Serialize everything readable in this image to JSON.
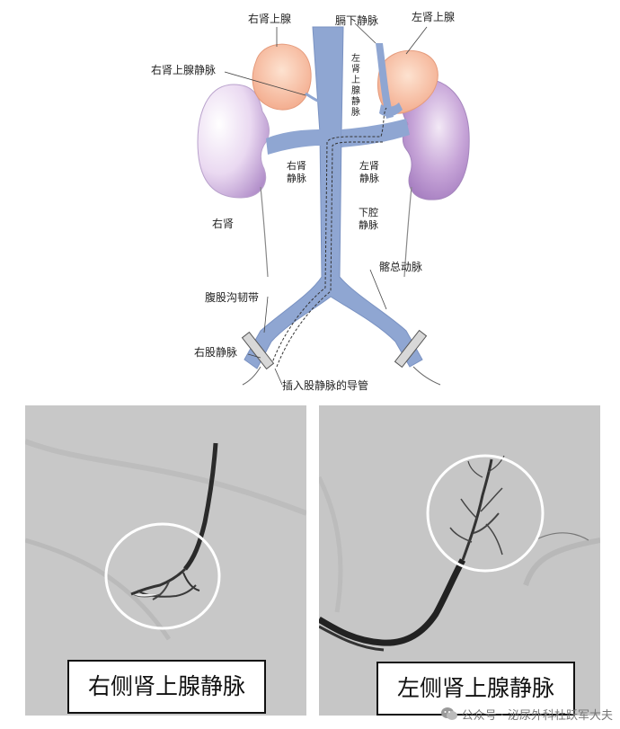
{
  "diagram": {
    "labels": {
      "right_adrenal": "右肾上腺",
      "right_adrenal_vein": "右肾上腺静脉",
      "inferior_phrenic_vein": "膈下静脉",
      "left_adrenal": "左肾上腺",
      "left_adrenal_vein": "左肾上腺静脉",
      "right_renal_vein": "右肾静脉",
      "left_renal_vein": "左肾静脉",
      "right_kidney": "右肾",
      "ivc": "下腔静脉",
      "common_iliac_artery": "髂总动脉",
      "inguinal_ligament": "腹股沟韧带",
      "right_femoral_vein": "右股静脉",
      "catheter": "插入股静脉的导管"
    }
  },
  "panels": {
    "left_caption": "右侧肾上腺静脉",
    "right_caption": "左侧肾上腺静脉"
  },
  "watermark": "公众号 · 泌尿外科杜跃军大夫",
  "colors": {
    "vein": "#8fa6d2",
    "kidney": "#cbb0dc",
    "adrenal": "#f6b89a"
  }
}
